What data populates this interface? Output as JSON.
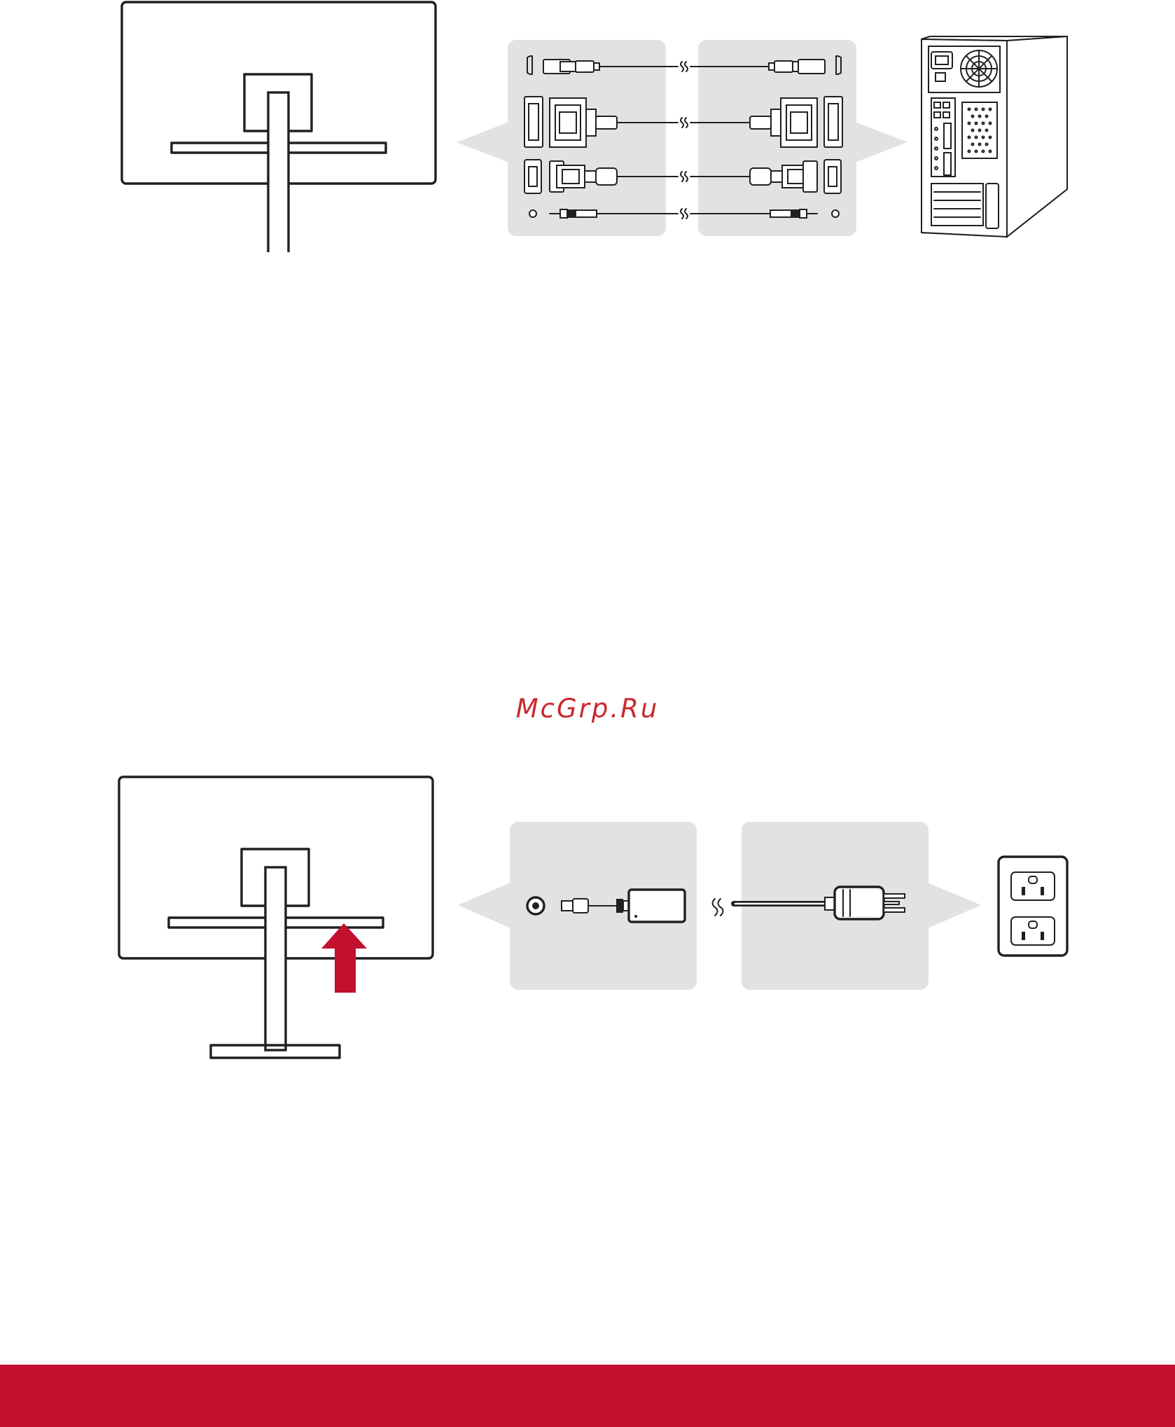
{
  "watermark": {
    "text": "McGrp.Ru",
    "color": "#c8282e"
  },
  "colors": {
    "accent_red": "#c2102e",
    "panel_gray": "#e2e2e4",
    "line": "#231f20"
  },
  "figures": [
    {
      "id": "video-connection",
      "icons": [
        "monitor-back-icon",
        "hdmi-cable-icon",
        "dvi-cable-icon",
        "vga-cable-icon",
        "audio-cable-icon",
        "desktop-pc-icon"
      ]
    },
    {
      "id": "power-connection",
      "icons": [
        "monitor-back-icon",
        "up-arrow-icon",
        "power-adapter-icon",
        "power-plug-icon",
        "wall-outlet-icon"
      ]
    }
  ],
  "footer": {
    "color": "#c2102e"
  }
}
